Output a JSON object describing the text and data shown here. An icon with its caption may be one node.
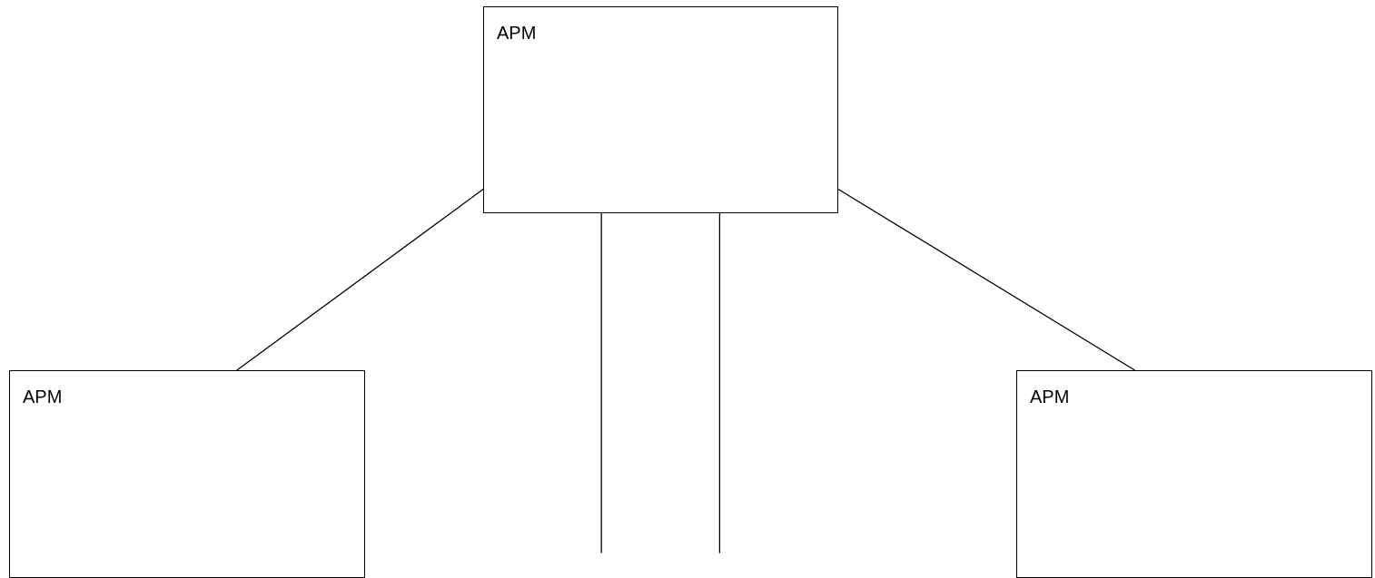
{
  "diagram": {
    "nodes": [
      {
        "text": [
          "APM"
        ]
      },
      {
        "text": [
          "APM"
        ]
      },
      {
        "text": [
          "APM"
        ]
      }
    ],
    "edges": [
      {
        "from": 0,
        "to": 1,
        "arrow": "none"
      },
      {
        "from": 0,
        "to": 2,
        "arrow": "none"
      },
      {
        "from": 0,
        "to": null,
        "arrow": "none"
      },
      {
        "from": 0,
        "to": null,
        "arrow": "none"
      }
    ]
  }
}
